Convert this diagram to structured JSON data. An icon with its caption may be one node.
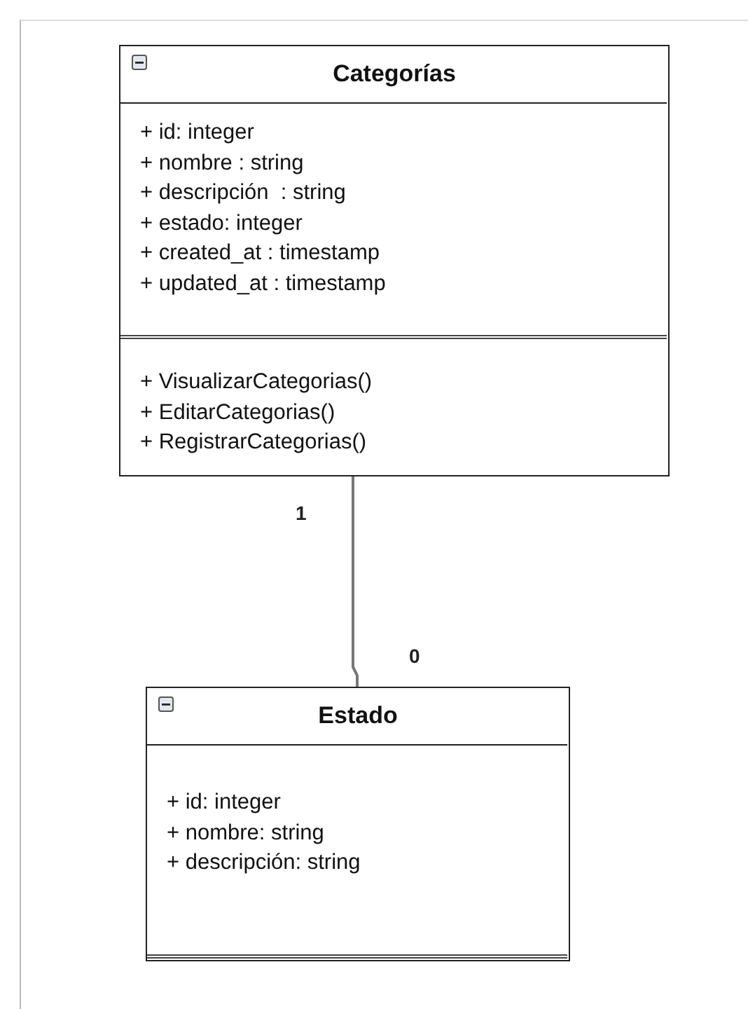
{
  "diagram": {
    "nodes": [
      {
        "text": [
          "Categorías"
        ]
      },
      {
        "text": [
          "+ id: integer",
          "+ nombre : string",
          "+ descripción  : string",
          "+ estado: integer",
          "+ created_at : timestamp",
          "+ updated_at : timestamp"
        ],
        "in": 0
      },
      {
        "text": [
          "+ VisualizarCategorias()",
          "+ EditarCategorias()",
          "+ RegistrarCategorias()"
        ],
        "in": 0
      },
      {
        "text": [
          "Estado"
        ]
      },
      {
        "text": [
          "+ id: integer",
          "+ nombre: string",
          "+ descripción: string"
        ],
        "in": 3
      },
      {
        "text": [],
        "shape": "box",
        "in": 3
      }
    ],
    "edges": [
      {
        "from": 0,
        "to": 3,
        "arrow": "none"
      }
    ],
    "labels": [
      "1",
      "0"
    ]
  }
}
